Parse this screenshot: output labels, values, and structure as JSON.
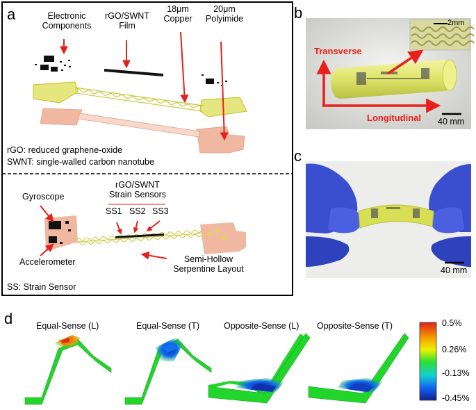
{
  "panel_a": {
    "label": "a",
    "components_label_1": "Electronic",
    "components_label_2": "Components",
    "film_label_1": "rGO/SWNT",
    "film_label_2": "Film",
    "copper_label_1": "18μm",
    "copper_label_2": "Copper",
    "polyimide_label_1": "20μm",
    "polyimide_label_2": "Polyimide",
    "abbr_rgo": "rGO: reduced graphene-oxide",
    "abbr_swnt": "SWNT: single-walled carbon nanotube",
    "gyroscope": "Gyroscope",
    "accelerometer": "Accelerometer",
    "sensors_label_1": "rGO/SWNT",
    "sensors_label_2": "Strain Sensors",
    "ss1": "SS1",
    "ss2": "SS2",
    "ss3": "SS3",
    "layout_label_1": "Semi-Hollow",
    "layout_label_2": "Serpentine Layout",
    "abbr_ss": "SS: Strain Sensor"
  },
  "panel_b": {
    "label": "b",
    "transverse": "Transverse",
    "longitudinal": "Longitudinal",
    "inset_scale": "2mm",
    "scale": "40 mm"
  },
  "panel_c": {
    "label": "c",
    "scale": "40 mm"
  },
  "panel_d": {
    "label": "d",
    "titles": [
      "Equal-Sense (L)",
      "Equal-Sense (T)",
      "Opposite-Sense (L)",
      "Opposite-Sense (T)"
    ],
    "colorbar_ticks": [
      "0.5%",
      "0.26%",
      "-0.13%",
      "-0.45%"
    ]
  },
  "colors": {
    "arrow_red": "#e8201a",
    "copper_yellow": "#d8d84a",
    "polyimide_peach": "#f0b8a0",
    "glove_blue": "#3a4fd0",
    "fem_green": "#22d52b"
  }
}
